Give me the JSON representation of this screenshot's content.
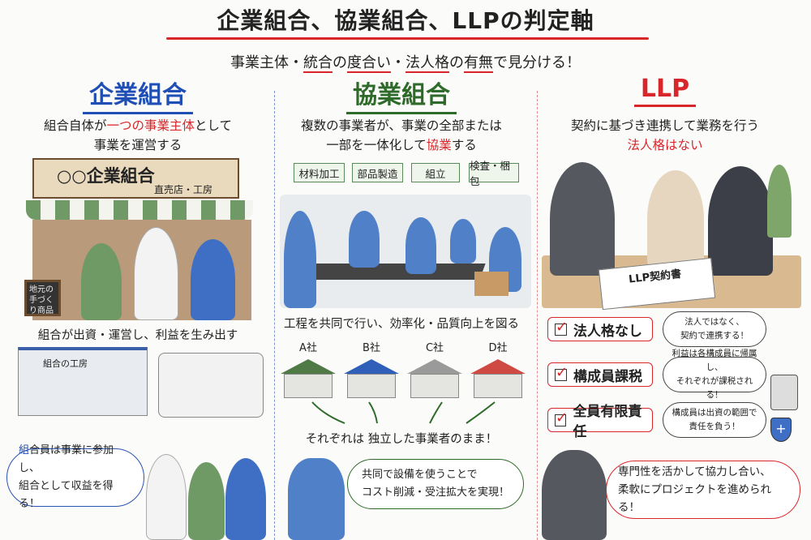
{
  "header": {
    "title": "企業組合、協業組合、LLPの判定軸",
    "subtitle_parts": [
      "事業主体・",
      "統合",
      "の",
      "度合い",
      "・",
      "法人格",
      "の",
      "有無",
      "で見分ける！"
    ]
  },
  "colors": {
    "accent_red": "#d9262b",
    "kigyo_blue": "#1f4fb5",
    "kyogyo_green": "#2e6b2a",
    "llp_red": "#d9262b"
  },
  "columns": {
    "kigyo": {
      "heading": "企業組合",
      "desc_line1_pre": "組合自体が",
      "desc_line1_em": "一つの事業主体",
      "desc_line1_post": "として",
      "desc_line2": "事業を運営する",
      "shop_sign": "○○企業組合",
      "shop_sign_sub": "直売店・工房",
      "chalkboard": "地元の手づくり商品",
      "caption": "組合が出資・運営し、利益を生み出す",
      "workshop_sign": "組合の工房",
      "bubble_em": "組",
      "bubble_line1": "合員は事業に参加し、",
      "bubble_line2": "組合として収益を得る！"
    },
    "kyogyo": {
      "heading": "協業組合",
      "desc_line1": "複数の事業者が、事業の全部または",
      "desc_line2_pre": "一部を一体化して",
      "desc_line2_em": "協業",
      "desc_line2_post": "する",
      "process_labels": [
        "材料加工",
        "部品製造",
        "組立",
        "検査・梱包"
      ],
      "caption": "工程を共同で行い、効率化・品質向上を図る",
      "companies": [
        {
          "name": "A社",
          "roof": "#4f7a45"
        },
        {
          "name": "B社",
          "roof": "#2f5fb8"
        },
        {
          "name": "C社",
          "roof": "#9a9a9a"
        },
        {
          "name": "D社",
          "roof": "#d04a44"
        }
      ],
      "independent_note": "それぞれは 独立した事業者のまま！",
      "bubble_line1": "共同で設備を使うことで",
      "bubble_line2": "コスト削減・受注拡大を実現！"
    },
    "llp": {
      "heading": "LLP",
      "desc_line1": "契約に基づき連携して業務を行う",
      "desc_line2": "法人格はない",
      "contract_doc": "LLP契約書",
      "checks": [
        {
          "label": "法人格なし",
          "note_line1": "法人ではなく、",
          "note_line2": "契約で連携する！",
          "icon": ""
        },
        {
          "label": "構成員課税",
          "note_line1": "利益は各構成員に帰属し、",
          "note_line2": "それぞれが課税される！",
          "icon": "calculator-icon"
        },
        {
          "label": "全員有限責任",
          "note_line1": "構成員は出資の範囲で",
          "note_line2": "責任を負う！",
          "icon": "shield-icon"
        }
      ],
      "bubble_line1": "専門性を活かして協力し合い、",
      "bubble_line2": "柔軟にプロジェクトを進められる！"
    }
  }
}
